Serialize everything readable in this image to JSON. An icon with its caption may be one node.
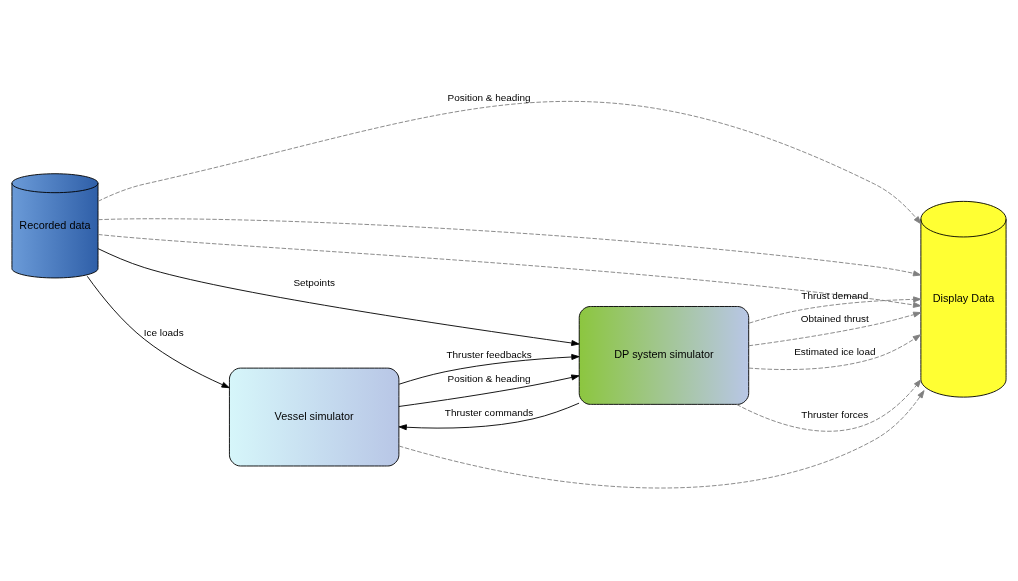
{
  "diagram": {
    "nodes": [
      {
        "text": [
          "Recorded data"
        ]
      },
      {
        "text": [
          "Vessel simulator"
        ]
      },
      {
        "text": [
          "DP system simulator"
        ]
      },
      {
        "text": [
          "Display Data"
        ]
      }
    ],
    "edges": [
      {
        "from": 0,
        "to": 3,
        "arrow": "to",
        "label": "Position & heading",
        "style": "dashed"
      },
      {
        "from": 0,
        "to": 3,
        "arrow": "to",
        "style": "dashed"
      },
      {
        "from": 0,
        "to": 3,
        "arrow": "to",
        "style": "dashed"
      },
      {
        "from": 0,
        "to": 1,
        "arrow": "to",
        "label": "Ice loads",
        "color": "#000000"
      },
      {
        "from": 0,
        "to": 2,
        "arrow": "to",
        "label": "Setpoints",
        "color": "#000000"
      },
      {
        "from": 1,
        "to": 3,
        "arrow": "to",
        "style": "dashed"
      },
      {
        "from": 1,
        "to": 2,
        "arrow": "to",
        "label": "Thruster feedbacks",
        "color": "#000000"
      },
      {
        "from": 1,
        "to": 2,
        "arrow": "to",
        "label": "Position & heading",
        "color": "#000000"
      },
      {
        "from": 2,
        "to": 1,
        "arrow": "to",
        "label": "Thruster commands",
        "color": "#000000"
      },
      {
        "from": 2,
        "to": 3,
        "arrow": "to",
        "label": "Thruster forces",
        "style": "dashed"
      },
      {
        "from": 2,
        "to": 3,
        "arrow": "to",
        "label": "Thrust demand",
        "style": "dashed"
      },
      {
        "from": 2,
        "to": 3,
        "arrow": "to",
        "label": "Obtained thrust",
        "style": "dashed"
      },
      {
        "from": 2,
        "to": 3,
        "arrow": "to",
        "label": "Estimated ice load",
        "style": "dashed"
      }
    ]
  }
}
